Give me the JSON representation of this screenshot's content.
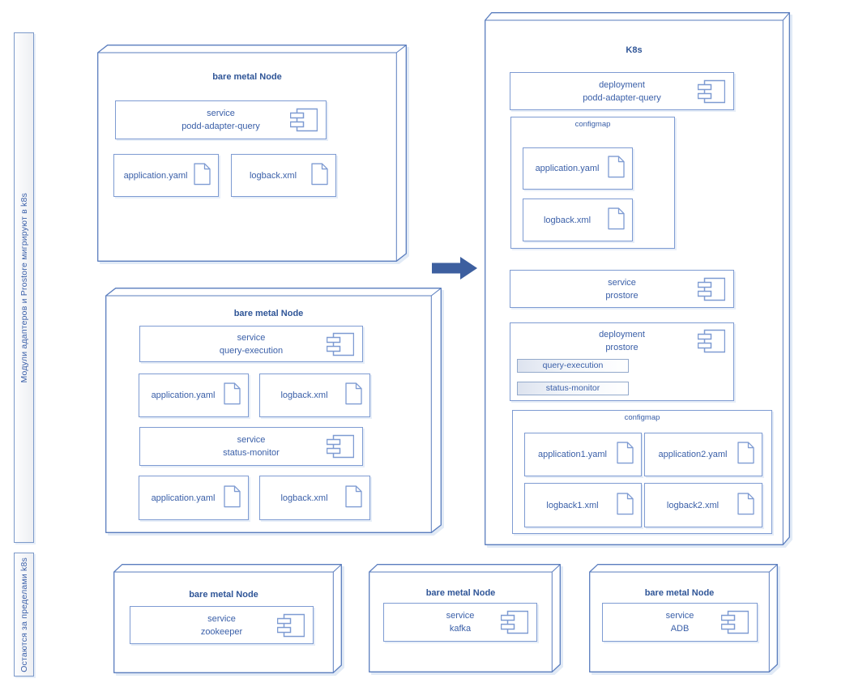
{
  "sidebar": {
    "migrate_label": "Модули адаптеров и Prostore мигрируют в k8s",
    "stay_label": "Остаются за пределами k8s"
  },
  "arrow": {
    "icon": "migration-right-arrow",
    "color": "#3D5F9F"
  },
  "colors": {
    "accent_text": "#3A5FA8",
    "title_text": "#2F5597",
    "cube_line": "#5A7DBE",
    "box_line": "#7E9BD2",
    "chip_line": "#93A9CB"
  },
  "icons": {
    "component": "uml-component-icon",
    "document": "document-file-icon"
  },
  "nodes": {
    "podd": {
      "title": "bare metal Node",
      "component": {
        "kind": "service",
        "name": "podd-adapter-query"
      },
      "files": [
        {
          "label": "application.yaml"
        },
        {
          "label": "logback.xml"
        }
      ]
    },
    "exec": {
      "title": "bare metal Node",
      "component1": {
        "kind": "service",
        "name": "query-execution"
      },
      "files1": [
        {
          "label": "application.yaml"
        },
        {
          "label": "logback.xml"
        }
      ],
      "component2": {
        "kind": "service",
        "name": "status-monitor"
      },
      "files2": [
        {
          "label": "application.yaml"
        },
        {
          "label": "logback.xml"
        }
      ]
    },
    "k8s": {
      "title": "K8s",
      "deployment1": {
        "kind": "deployment",
        "name": "podd-adapter-query"
      },
      "configmap1": {
        "title": "configmap",
        "files": [
          {
            "label": "application.yaml"
          },
          {
            "label": "logback.xml"
          }
        ]
      },
      "service": {
        "kind": "service",
        "name": "prostore"
      },
      "deployment2": {
        "kind": "deployment",
        "name": "prostore",
        "chips": [
          {
            "label": "query-execution"
          },
          {
            "label": "status-monitor"
          }
        ]
      },
      "configmap2": {
        "title": "configmap",
        "files": [
          {
            "label": "application1.yaml"
          },
          {
            "label": "application2.yaml"
          },
          {
            "label": "logback1.xml"
          },
          {
            "label": "logback2.xml"
          }
        ]
      }
    },
    "zookeeper": {
      "title": "bare metal Node",
      "component": {
        "kind": "service",
        "name": "zookeeper"
      }
    },
    "kafka": {
      "title": "bare metal Node",
      "component": {
        "kind": "service",
        "name": "kafka"
      }
    },
    "adb": {
      "title": "bare metal Node",
      "component": {
        "kind": "service",
        "name": "ADB"
      }
    }
  }
}
